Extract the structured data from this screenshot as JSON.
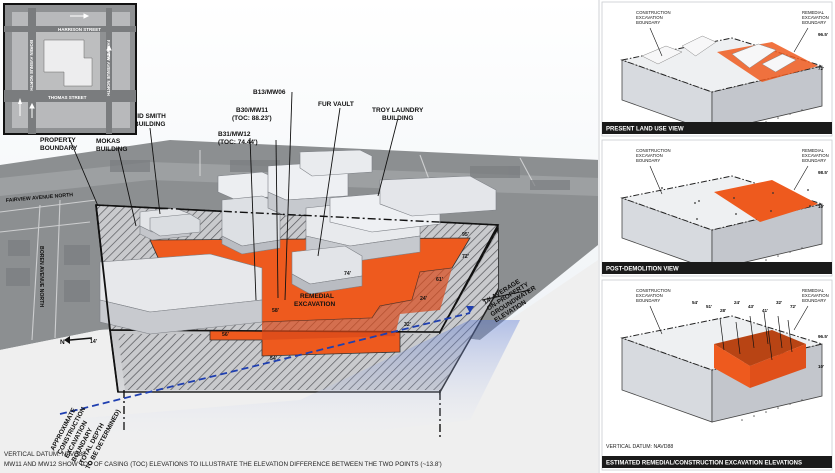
{
  "inset_map": {
    "streets": [
      "HARRISON STREET",
      "THOMAS STREET",
      "BOREN AVENUE NORTH",
      "FAIRVIEW AVENUE NORTH"
    ]
  },
  "main_view": {
    "labels": {
      "b13": "B13/MW06",
      "b30_line1": "B30/MW11",
      "b30_line2": "(TOC: 88.23')",
      "b31_line1": "B31/MW12",
      "b31_line2": "(TOC: 74.44')",
      "fur_vault": "FUR VAULT",
      "troy_line1": "TROY LAUNDRY",
      "troy_line2": "BUILDING",
      "david_line1": "DAVID SMITH",
      "david_line2": "BUILDING",
      "mokas_line1": "MOKAS",
      "mokas_line2": "BUILDING",
      "property_line1": "PROPERTY",
      "property_line2": "BOUNDARY",
      "fairview": "FAIRVIEW AVENUE NORTH",
      "boren": "BOREN AVENUE NORTH",
      "remedial_line1": "REMEDIAL",
      "remedial_line2": "EXCAVATION",
      "gw_line1": "14' AVERAGE",
      "gw_line2": "ON-PROPERTY",
      "gw_line3": "GROUNDWATER",
      "gw_line4": "ELEVATION",
      "approx_lines": [
        "APPROXIMATE",
        "CONSTRUCTION",
        "EXCAVATION",
        "BOUNDARY",
        "(TOTAL DEPTH",
        "TO BE DETERMINED)"
      ],
      "north": "N",
      "dims": [
        "95'",
        "72'",
        "74'",
        "61'",
        "32'",
        "56'",
        "54'",
        "58'",
        "24'",
        "14'"
      ]
    },
    "footer_line1": "VERTICAL DATUM: NAVD88",
    "footer_line2": "MW11 AND MW12 SHOW TOP OF CASING (TOC) ELEVATIONS TO ILLUSTRATE THE ELEVATION DIFFERENCE BETWEEN THE TWO POINTS (~13.8')"
  },
  "panels": [
    {
      "caption": "PRESENT LAND USE VIEW",
      "left_label": [
        "CONSTRUCTION",
        "EXCAVATION",
        "BOUNDARY"
      ],
      "right_label": [
        "REMEDIAL",
        "EXCAVATION",
        "BOUNDARY"
      ],
      "elevations": [
        "96.5'",
        "72'"
      ]
    },
    {
      "caption": "POST-DEMOLITION VIEW",
      "left_label": [
        "CONSTRUCTION",
        "EXCAVATION",
        "BOUNDARY"
      ],
      "right_label": [
        "REMEDIAL",
        "EXCAVATION",
        "BOUNDARY"
      ],
      "elevations": [
        "98.5'",
        "10'"
      ]
    },
    {
      "caption": "ESTIMATED REMEDIAL/CONSTRUCTION EXCAVATION ELEVATIONS",
      "left_label": [
        "CONSTRUCTION",
        "EXCAVATION",
        "BOUNDARY"
      ],
      "right_label": [
        "REMEDIAL",
        "EXCAVATION",
        "BOUNDARY"
      ],
      "elevations": [
        "54'",
        "51'",
        "28'",
        "24'",
        "43'",
        "41'",
        "32'",
        "72'",
        "96.5'",
        "10'"
      ],
      "footer": "VERTICAL DATUM: NAVD88"
    }
  ],
  "colors": {
    "remedial": "#ee5a1e",
    "building": "#e6e8ec",
    "soil": "#8d8e92",
    "groundwater_line": "#1f3fb0",
    "caption_bar": "#1a1a1a"
  }
}
